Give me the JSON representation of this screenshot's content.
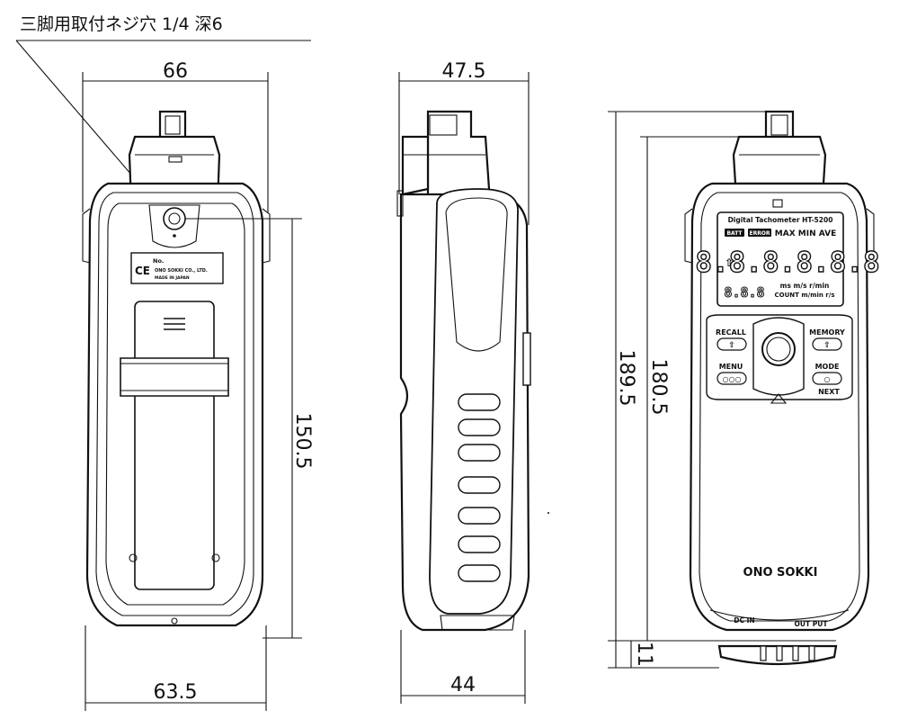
{
  "annotation": {
    "tripod_note": "三脚用取付ネジ穴 1/4 深6"
  },
  "dimensions": {
    "top_width_back": "66",
    "bottom_width_back": "63.5",
    "height_back": "150.5",
    "top_depth_side": "47.5",
    "bottom_depth_side": "44",
    "total_height_front": "189.5",
    "body_height_front": "180.5",
    "connector_front": "11"
  },
  "label_plate": {
    "no": "No.",
    "ce": "CE",
    "company": "ONO SOKKI CO., LTD.",
    "origin": "MADE IN JAPAN"
  },
  "display": {
    "model_title": "Digital Tachometer HT-5200",
    "batt": "BATT",
    "error": "ERROR",
    "modes": "MAX MIN AVE",
    "digits": "8.8.8.8.8.8",
    "small_digits": "8.8.8",
    "units_top": "ms m/s r/min",
    "units_bottom": "COUNT m/min r/s"
  },
  "buttons": {
    "recall": "RECALL",
    "memory": "MEMORY",
    "menu": "MENU",
    "mode": "MODE",
    "next": "NEXT"
  },
  "brand": "ONO SOKKI",
  "ports": {
    "dc_in": "DC IN",
    "out_put": "OUT PUT"
  }
}
